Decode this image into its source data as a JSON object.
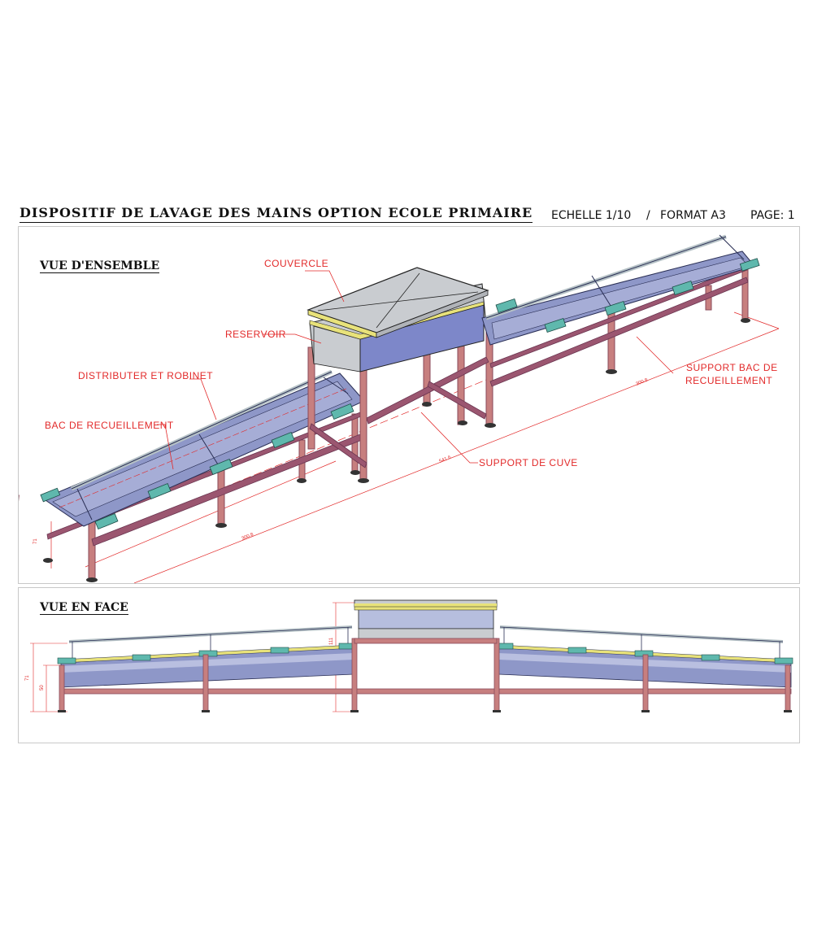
{
  "sheet": {
    "title": "DISPOSITIF DE LAVAGE DES MAINS  OPTION ECOLE PRIMAIRE",
    "scale": "ECHELLE 1/10",
    "separator": "/",
    "format": "FORMAT A3",
    "page": "PAGE: 1"
  },
  "overview": {
    "label": "VUE D'ENSEMBLE",
    "callouts": {
      "lid": "COUVERCLE",
      "tank": "RESERVOIR",
      "distributor": "DISTRIBUTER ET ROBINET",
      "basin": "BAC DE RECUEILLEMENT",
      "basin_support_1": "SUPPORT BAC DE",
      "basin_support_2": "RECUEILLEMENT",
      "tank_support": "SUPPORT DE CUVE"
    },
    "dimensions": {
      "height": "71",
      "left_length": "300.8",
      "mid_length": "541.6",
      "right_length": "300.8"
    }
  },
  "front": {
    "label": "VUE EN FACE",
    "dimensions": {
      "total_height": "71",
      "basin_height": "50",
      "tank_height": "111"
    }
  },
  "colors": {
    "frame": "#c77f7f",
    "frame_dark": "#8a4a5a",
    "basin": "#8e97c8",
    "rail": "#b6c2c6",
    "fitting": "#5fb8ad",
    "tank": "#7d87c9",
    "lid": "#c9ccd0",
    "yellow": "#e8e27a",
    "callout": "#e22a2a"
  }
}
